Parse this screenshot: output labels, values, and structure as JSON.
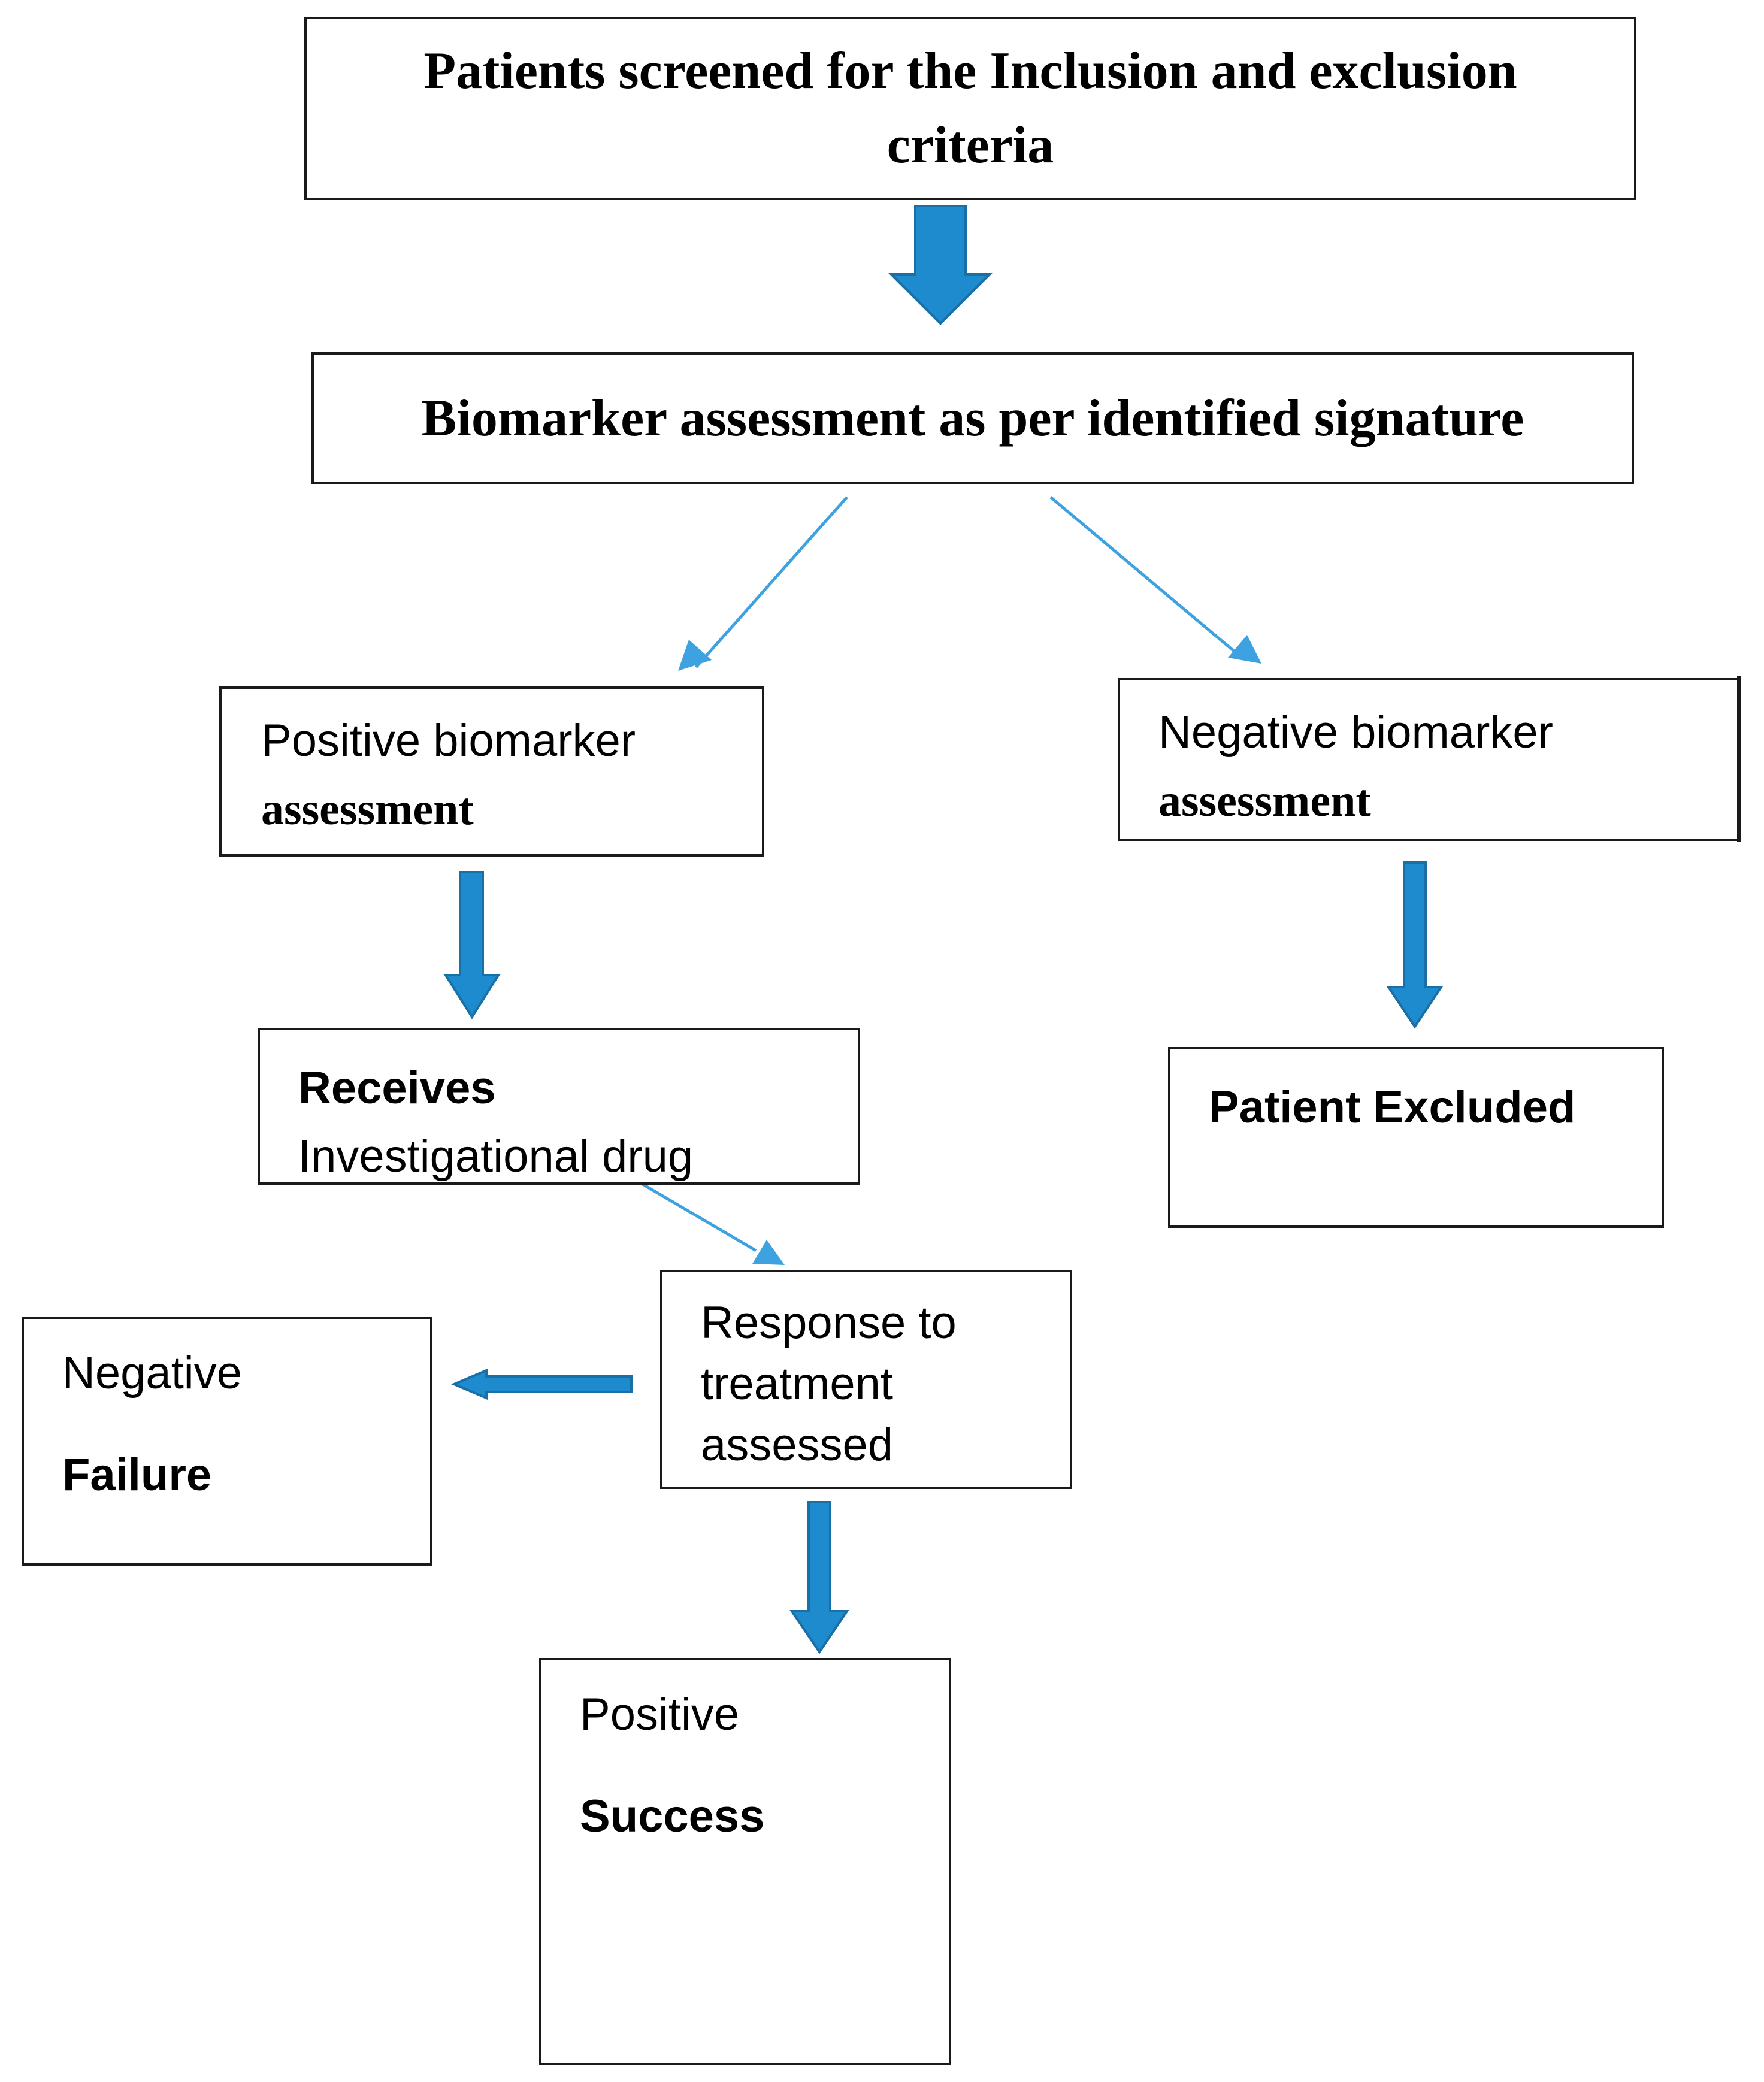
{
  "boxes": {
    "screening": {
      "line1": "Patients screened for the Inclusion and exclusion",
      "line2": "criteria"
    },
    "biomarker": {
      "text": "Biomarker assessment as per identified signature"
    },
    "positive_assessment": {
      "line1": "Positive biomarker",
      "line2": "assessment"
    },
    "negative_assessment": {
      "line1": "Negative biomarker",
      "line2": "assessment"
    },
    "receives": {
      "line1": "Receives",
      "line2": "Investigational drug"
    },
    "excluded": {
      "text": "Patient Excluded"
    },
    "response": {
      "line1": "Response to",
      "line2": "treatment",
      "line3": "assessed"
    },
    "failure": {
      "line1": "Negative",
      "line2": "Failure"
    },
    "success": {
      "line1": "Positive",
      "line2": "Success"
    }
  },
  "colors": {
    "thick_arrow": "#1e8bcf",
    "thick_arrow_outline": "#1a6fa5",
    "thin_arrow": "#3fa2e0",
    "box_border": "#1a1a1a"
  }
}
